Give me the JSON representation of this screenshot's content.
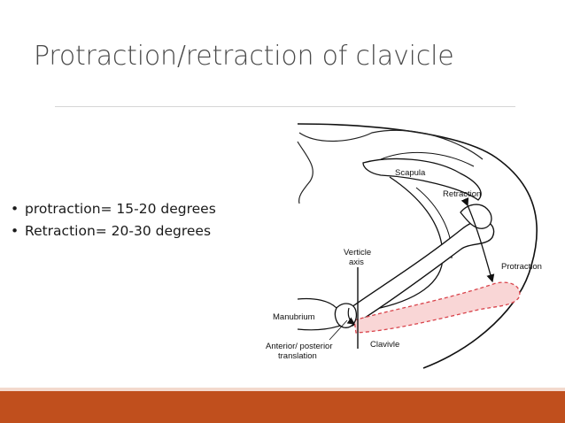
{
  "slide": {
    "title": "Protraction/retraction of clavicle",
    "bullets": [
      "protraction= 15-20 degrees",
      "Retraction= 20-30 degrees"
    ],
    "accent_color": "#c04f1d"
  },
  "diagram": {
    "labels": {
      "scapula": "Scapula",
      "retraction": "Retraction",
      "protraction": "Protraction",
      "verticle_axis_line1": "Verticle",
      "verticle_axis_line2": "axis",
      "manubrium": "Manubrium",
      "clavicle": "Clavivle",
      "translation_line1": "Anterior/ posterior",
      "translation_line2": "translation"
    }
  }
}
